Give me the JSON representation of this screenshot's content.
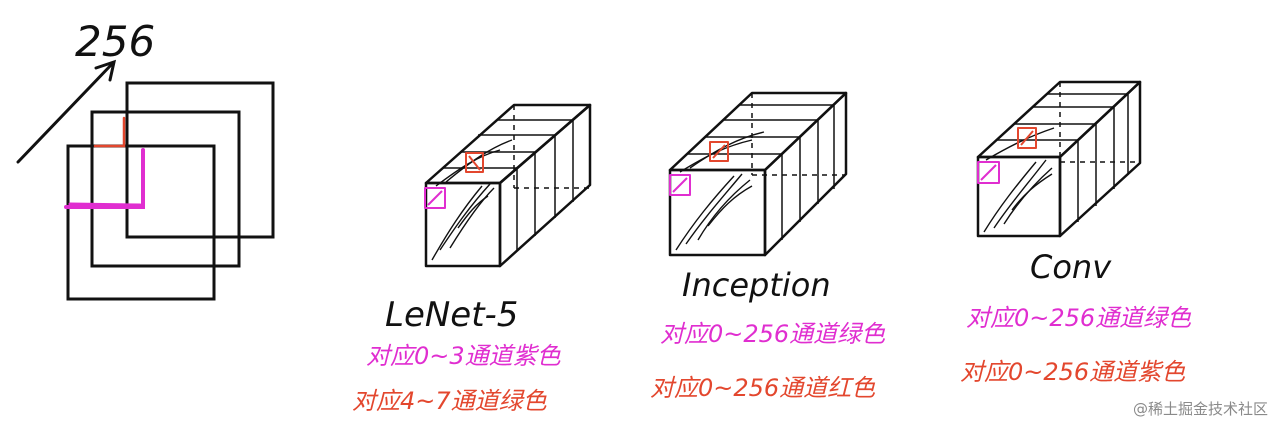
{
  "left_figure": {
    "channel_count": "256",
    "colors": {
      "stroke": "#111111",
      "magenta": "#e02ed0",
      "red": "#e3472e"
    }
  },
  "blocks": [
    {
      "label": "LeNet-5",
      "notes": [
        {
          "text": "对应0~3通道紫色",
          "color": "#e02ed0"
        },
        {
          "text": "对应4~7通道绿色",
          "color": "#e3472e"
        }
      ]
    },
    {
      "label": "Inception",
      "notes": [
        {
          "text": "对应0~256通道绿色",
          "color": "#e02ed0"
        },
        {
          "text": "对应0~256通道红色",
          "color": "#e3472e"
        }
      ]
    },
    {
      "label": "Conv",
      "notes": [
        {
          "text": "对应0~256通道绿色",
          "color": "#e02ed0"
        },
        {
          "text": "对应0~256通道紫色",
          "color": "#e3472e"
        }
      ]
    }
  ],
  "watermark": "@稀土掘金技术社区"
}
